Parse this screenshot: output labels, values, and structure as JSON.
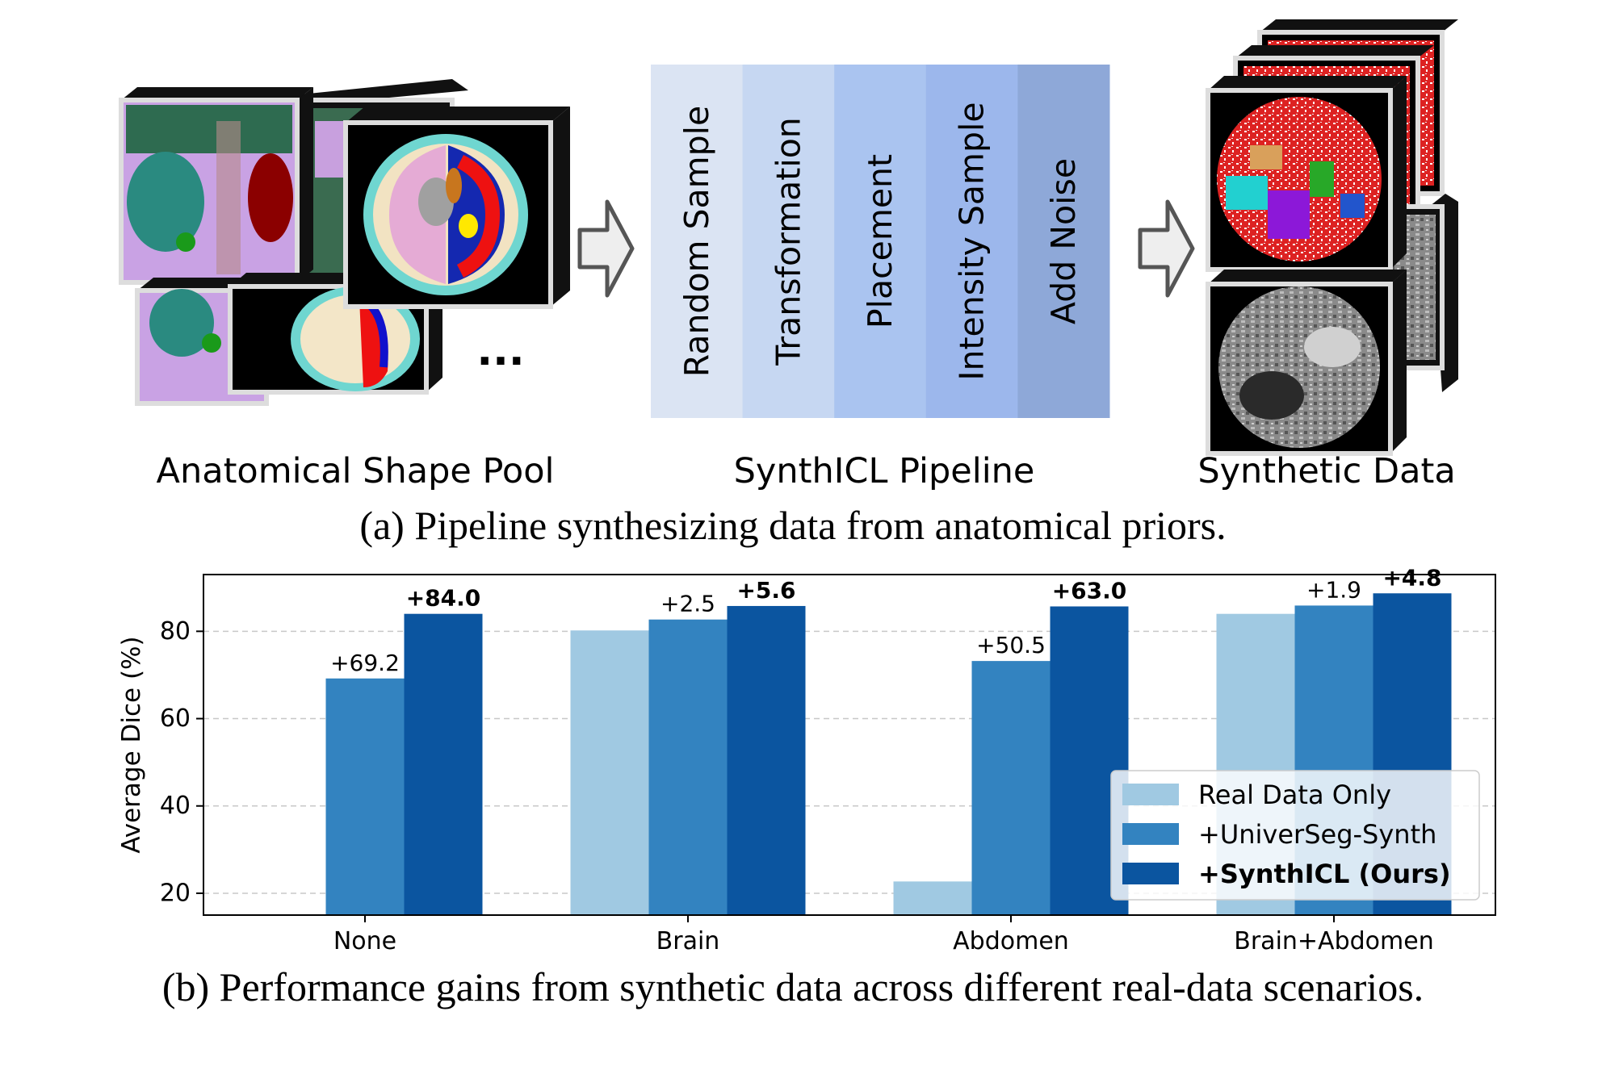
{
  "panel_a": {
    "pool_label": "Anatomical Shape Pool",
    "ellipsis": "...",
    "pipeline_label": "SynthICL Pipeline",
    "steps": [
      "Random Sample",
      "Transformation",
      "Placement",
      "Intensity Sample",
      "Add Noise"
    ],
    "step_colors": [
      "#dbe4f3",
      "#c6d7f2",
      "#aac4f0",
      "#9cb7ec",
      "#8ea8d8"
    ],
    "synthetic_label": "Synthetic Data",
    "caption": "(a) Pipeline synthesizing data from anatomical priors."
  },
  "panel_b": {
    "caption": "(b) Performance gains from synthetic data across different real-data scenarios."
  },
  "chart_data": {
    "type": "bar",
    "categories": [
      "None",
      "Brain",
      "Abdomen",
      "Brain+Abdomen"
    ],
    "series": [
      {
        "name": "Real Data Only",
        "values": [
          null,
          80.2,
          22.7,
          84.0
        ],
        "color": "#a0c9e2"
      },
      {
        "name": "+UniverSeg-Synth",
        "values": [
          69.2,
          82.7,
          73.2,
          85.9
        ],
        "color": "#3383c0"
      },
      {
        "name": "+SynthICL (Ours)",
        "values": [
          84.0,
          85.8,
          85.7,
          88.7
        ],
        "color": "#0b55a0"
      }
    ],
    "annotations": [
      {
        "category": "None",
        "series": "+UniverSeg-Synth",
        "text": "+69.2",
        "bold": false
      },
      {
        "category": "None",
        "series": "+SynthICL (Ours)",
        "text": "+84.0",
        "bold": true
      },
      {
        "category": "Brain",
        "series": "+UniverSeg-Synth",
        "text": "+2.5",
        "bold": false
      },
      {
        "category": "Brain",
        "series": "+SynthICL (Ours)",
        "text": "+5.6",
        "bold": true
      },
      {
        "category": "Abdomen",
        "series": "+UniverSeg-Synth",
        "text": "+50.5",
        "bold": false
      },
      {
        "category": "Abdomen",
        "series": "+SynthICL (Ours)",
        "text": "+63.0",
        "bold": true
      },
      {
        "category": "Brain+Abdomen",
        "series": "+UniverSeg-Synth",
        "text": "+1.9",
        "bold": false
      },
      {
        "category": "Brain+Abdomen",
        "series": "+SynthICL (Ours)",
        "text": "+4.8",
        "bold": true
      }
    ],
    "ylabel": "Average Dice (%)",
    "xlabel": "",
    "ylim": [
      15,
      93
    ],
    "yticks": [
      20,
      40,
      60,
      80
    ],
    "grid": true,
    "legend": "lower-right"
  }
}
